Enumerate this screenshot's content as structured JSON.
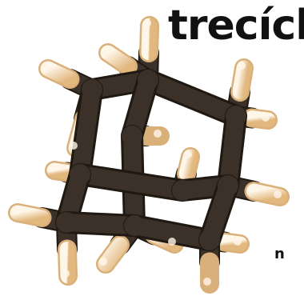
{
  "title": "trecícl",
  "note": "n",
  "colors": {
    "carbon": "#3b3128",
    "carbon_edge": "#1f1912",
    "hydrogen": "#f1cfa0",
    "hydrogen_highlight": "#fff6ea"
  },
  "molecule": {
    "carbon_count": 10,
    "hydrogen_count": 16
  }
}
